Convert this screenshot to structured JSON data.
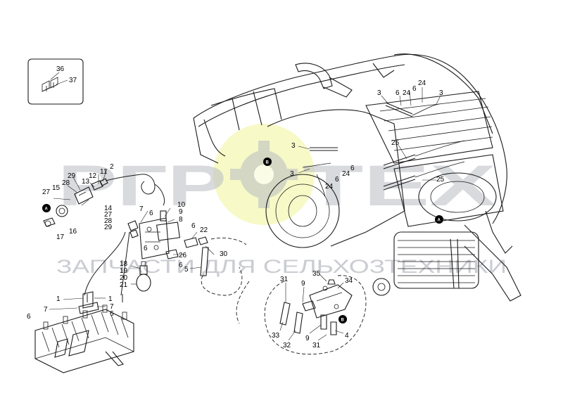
{
  "watermark": {
    "brand": "РГР",
    "brand_suffix": "ТЕХ",
    "tagline": "ЗАПЧАСТИ ДЛЯ СЕЛЬХОЗТЕХНИКИ"
  },
  "inset": {
    "callouts": [
      "36",
      "37"
    ]
  },
  "ref_markers": {
    "a": "A",
    "b": "B"
  },
  "callouts": {
    "c3a": "3",
    "c6a": "6",
    "c24a": "24",
    "c6b": "6",
    "c3b": "3",
    "c25a": "25",
    "c25b": "25",
    "c3c": "3",
    "c3d": "3",
    "c6c": "6",
    "c24b": "24",
    "c24c": "24",
    "c6d": "6",
    "c2": "2",
    "c11": "11",
    "c12": "12",
    "c13": "13",
    "c29a": "29",
    "c28a": "28",
    "c15": "15",
    "c27a": "27",
    "c14": "14",
    "c27b": "27",
    "c28b": "28",
    "c29b": "29",
    "c16": "16",
    "c17": "17",
    "c7a": "7",
    "c6e": "6",
    "c10": "10",
    "c9a": "9",
    "c8": "8",
    "c6f": "6",
    "c22": "22",
    "c26": "26",
    "c6g": "6",
    "c30": "30",
    "c5": "5",
    "c18": "18",
    "c19": "19",
    "c20": "20",
    "c21": "21",
    "c6h": "6",
    "c1a": "1",
    "c1b": "1",
    "c7b": "7",
    "c6i": "6",
    "c7c": "7",
    "c6j": "6",
    "c35": "35",
    "c34": "34",
    "c31a": "31",
    "c9b": "9",
    "c33": "33",
    "c32": "32",
    "c9c": "9",
    "c31b": "31",
    "c4": "4"
  }
}
